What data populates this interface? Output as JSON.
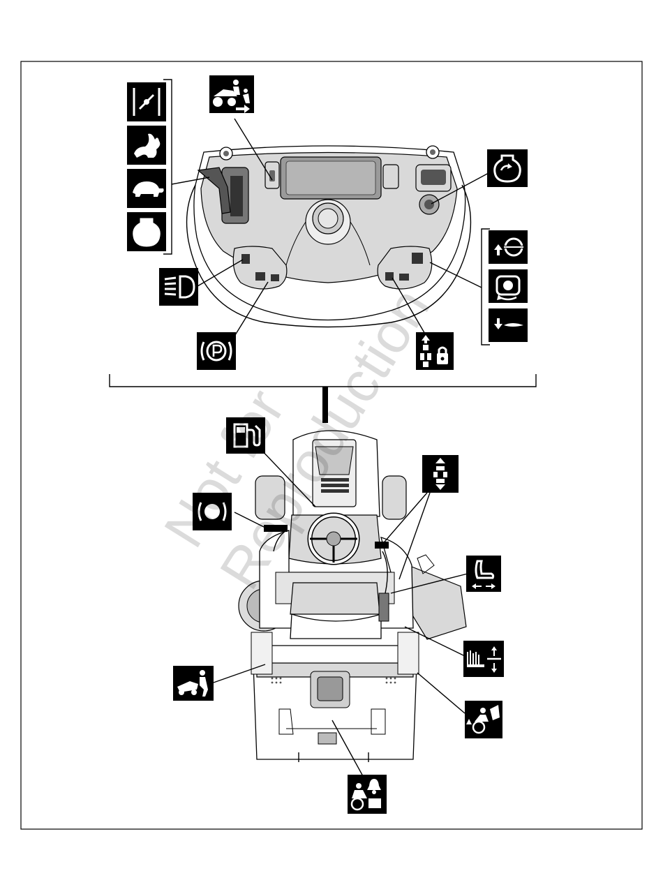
{
  "watermark": {
    "line1": "Not for",
    "line2": "Reproduction"
  },
  "symbols": [
    {
      "name": "throttle-choke-icon",
      "group": "throttle"
    },
    {
      "name": "rabbit-fast-icon",
      "group": "throttle"
    },
    {
      "name": "turtle-slow-icon",
      "group": "throttle"
    },
    {
      "name": "engine-stop-icon",
      "group": "throttle"
    },
    {
      "name": "reverse-mowing-operator-icon",
      "group": "dash"
    },
    {
      "name": "engine-start-icon",
      "group": "ignition"
    },
    {
      "name": "pto-engage-icon",
      "group": "pto"
    },
    {
      "name": "pto-run-icon",
      "group": "pto"
    },
    {
      "name": "pto-disengage-icon",
      "group": "pto"
    },
    {
      "name": "headlight-icon",
      "group": "switch"
    },
    {
      "name": "parking-brake-icon",
      "group": "switch"
    },
    {
      "name": "cruise-lock-icon",
      "group": "switch"
    },
    {
      "name": "fuel-icon",
      "group": "tractor"
    },
    {
      "name": "forward-reverse-drive-icon",
      "group": "tractor"
    },
    {
      "name": "brake-pedal-icon",
      "group": "tractor"
    },
    {
      "name": "seat-adjust-icon",
      "group": "tractor"
    },
    {
      "name": "cutting-height-icon",
      "group": "tractor"
    },
    {
      "name": "mower-operator-walk-icon",
      "group": "tractor"
    },
    {
      "name": "rear-bagger-icon",
      "group": "tractor"
    },
    {
      "name": "reverse-alarm-icon",
      "group": "tractor"
    }
  ]
}
